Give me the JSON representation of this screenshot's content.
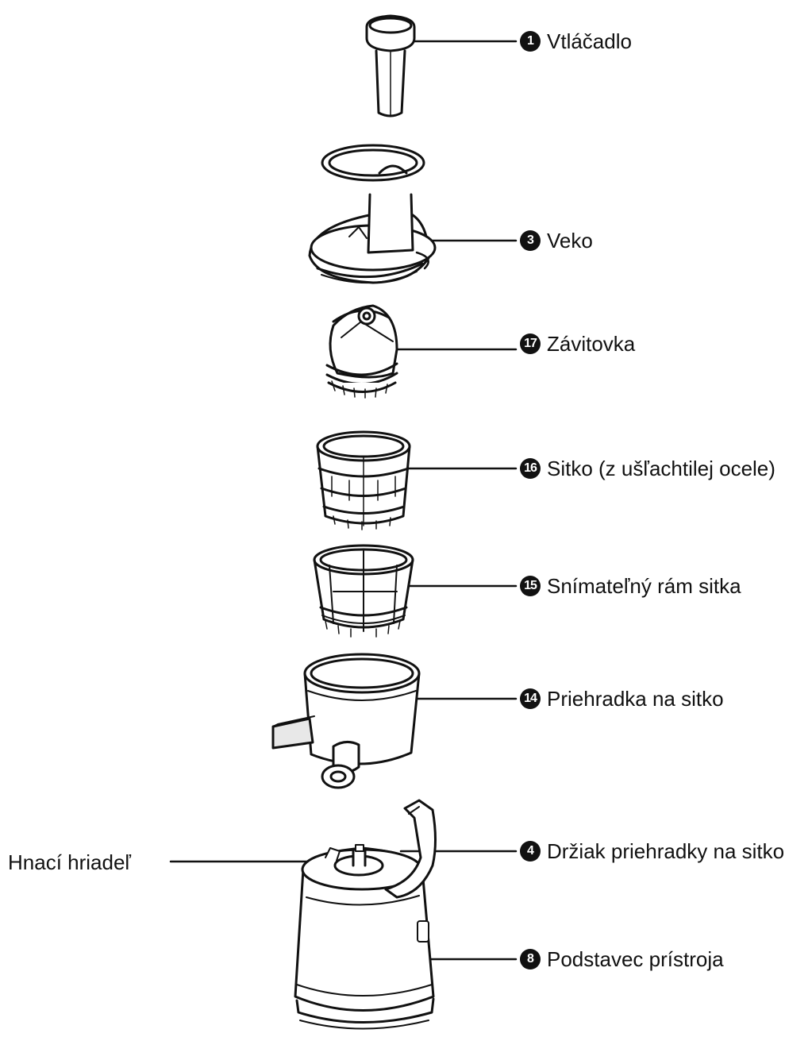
{
  "callouts": [
    {
      "number": "1",
      "label": "Vtláčadlo"
    },
    {
      "number": "3",
      "label": "Veko"
    },
    {
      "number": "17",
      "label": "Závitovka"
    },
    {
      "number": "16",
      "label": "Sitko (z ušľachtilej ocele)"
    },
    {
      "number": "15",
      "label": "Snímateľný rám sitka"
    },
    {
      "number": "14",
      "label": "Priehradka na sitko"
    },
    {
      "number": "4",
      "label": "Držiak priehradky na sitko"
    },
    {
      "number": "8",
      "label": "Podstavec prístroja"
    }
  ],
  "left_label": "Hnací hriadeľ",
  "colors": {
    "ink": "#111111",
    "fill": "#ffffff",
    "shade": "#e8e8e8"
  }
}
